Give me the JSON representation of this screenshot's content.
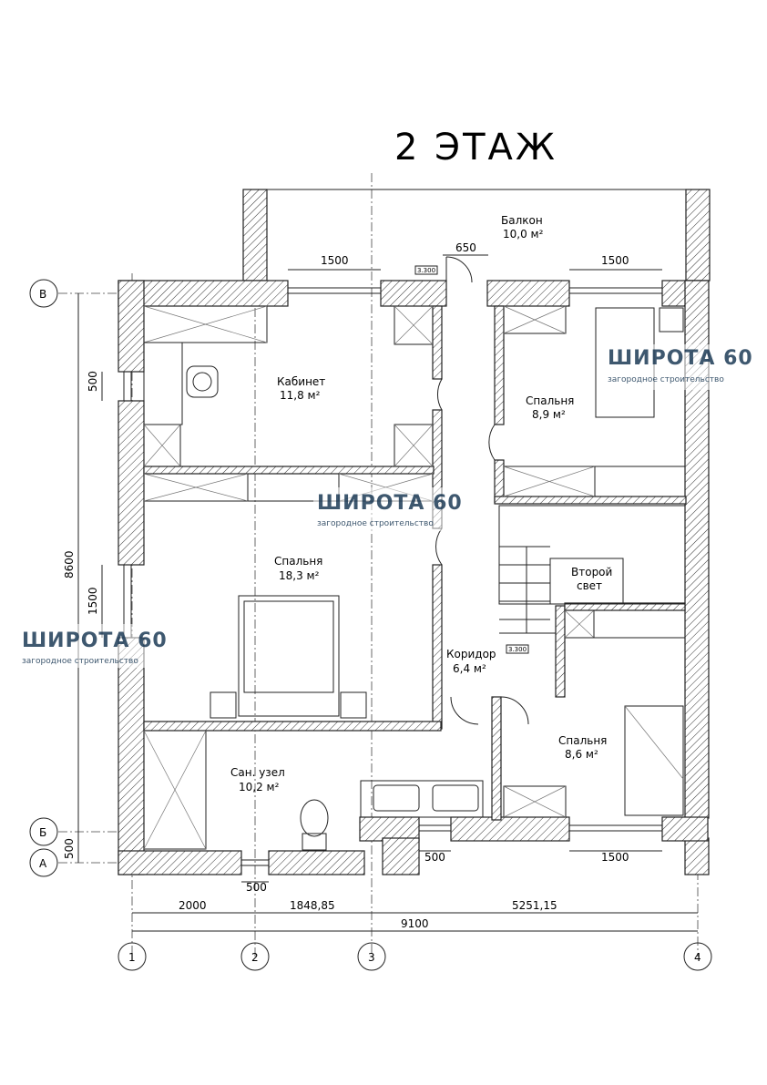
{
  "title": "2 ЭТАЖ",
  "rooms": {
    "balcony": {
      "name": "Балкон",
      "area": "10,0 м²"
    },
    "cabinet": {
      "name": "Кабинет",
      "area": "11,8 м²"
    },
    "bedroom1": {
      "name": "Спальня",
      "area": "8,9 м²"
    },
    "bedroom2": {
      "name": "Спальня",
      "area": "18,3 м²"
    },
    "secondlight": {
      "name": "Второй",
      "name2": "свет"
    },
    "corridor": {
      "name": "Коридор",
      "area": "6,4 м²"
    },
    "bedroom3": {
      "name": "Спальня",
      "area": "8,6 м²"
    },
    "bathroom": {
      "name": "Сан. узел",
      "area": "10,2 м²"
    }
  },
  "dims": {
    "win_top_left": "1500",
    "door_top": "650",
    "win_top_right": "1500",
    "left_win_upper": "500",
    "left_height_total": "8600",
    "left_win_lower": "1500",
    "left_bottom": "500",
    "bottom_win_mid": "500",
    "bottom_win_left": "500",
    "bottom_win_right": "1500",
    "bottom_2000": "2000",
    "bottom_1848": "1848,85",
    "bottom_5251": "5251,15",
    "bottom_total": "9100",
    "level_mark_top": "3.300",
    "level_mark_corr": "3.300"
  },
  "axes": {
    "rows": [
      "В",
      "Б",
      "А"
    ],
    "cols": [
      "1",
      "2",
      "3",
      "4"
    ]
  },
  "watermark": {
    "title": "ШИРОТА 60",
    "subtitle": "загородное строительство"
  },
  "colors": {
    "line": "#222222",
    "watermark": "#2a4660"
  }
}
